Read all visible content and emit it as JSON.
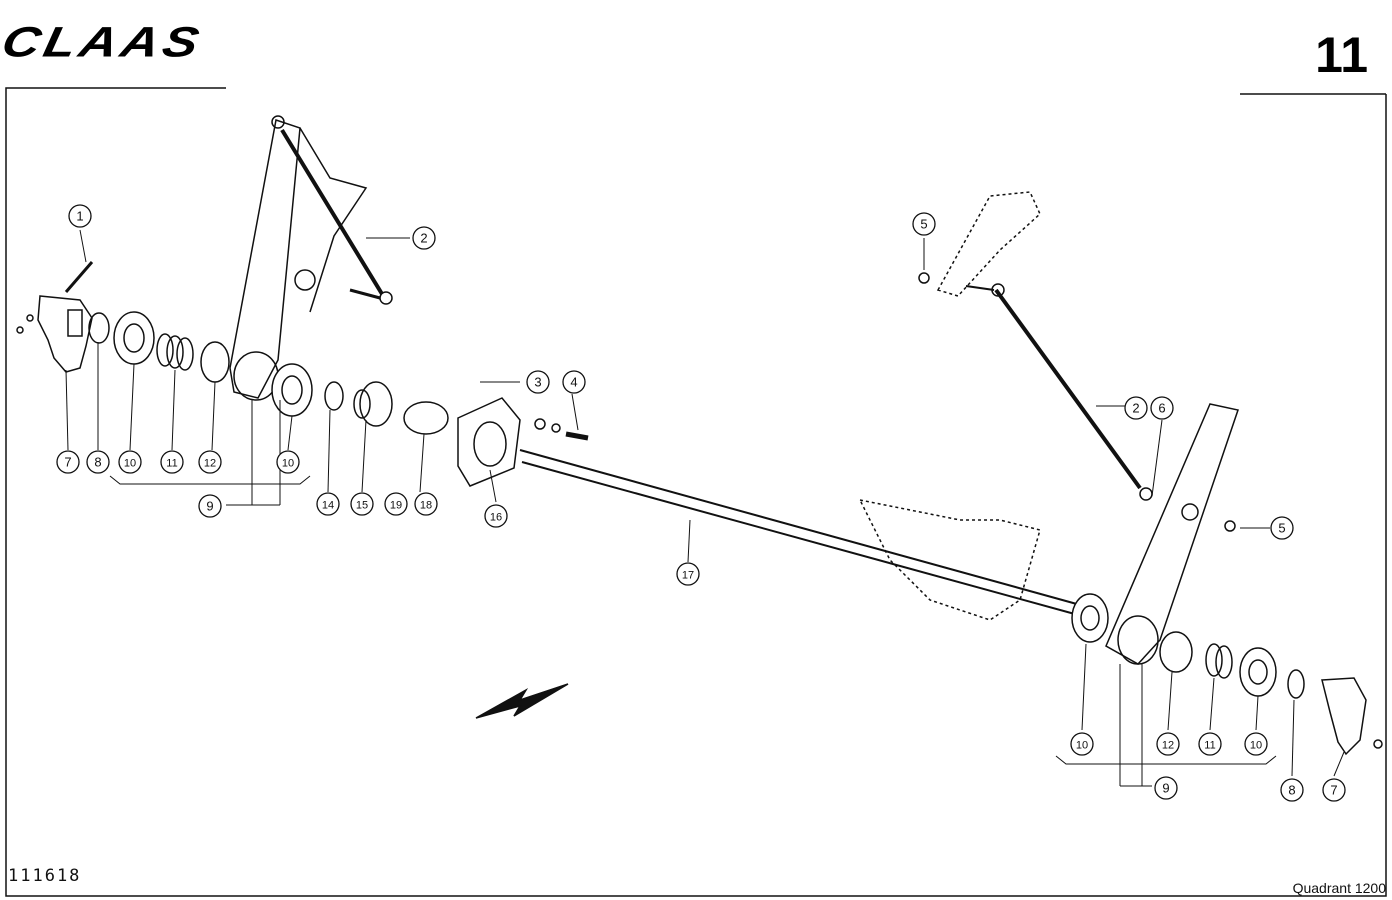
{
  "header": {
    "brand": "CLAAS",
    "page_number": "11"
  },
  "footer": {
    "document_number": "111618",
    "model": "Quadrant 1200"
  },
  "callouts": {
    "left": [
      {
        "id": "c1",
        "label": "1"
      },
      {
        "id": "c2",
        "label": "2"
      },
      {
        "id": "c3",
        "label": "3"
      },
      {
        "id": "c4",
        "label": "4"
      },
      {
        "id": "c7",
        "label": "7"
      },
      {
        "id": "c8",
        "label": "8"
      },
      {
        "id": "c10a",
        "label": "10"
      },
      {
        "id": "c11",
        "label": "11"
      },
      {
        "id": "c12",
        "label": "12"
      },
      {
        "id": "c10b",
        "label": "10"
      },
      {
        "id": "c9",
        "label": "9"
      },
      {
        "id": "c14",
        "label": "14"
      },
      {
        "id": "c15",
        "label": "15"
      },
      {
        "id": "c19",
        "label": "19"
      },
      {
        "id": "c18",
        "label": "18"
      },
      {
        "id": "c16",
        "label": "16"
      },
      {
        "id": "c17",
        "label": "17"
      }
    ],
    "right": [
      {
        "id": "r5a",
        "label": "5"
      },
      {
        "id": "r2",
        "label": "2"
      },
      {
        "id": "r6",
        "label": "6"
      },
      {
        "id": "r5b",
        "label": "5"
      },
      {
        "id": "r10a",
        "label": "10"
      },
      {
        "id": "r12",
        "label": "12"
      },
      {
        "id": "r11",
        "label": "11"
      },
      {
        "id": "r10b",
        "label": "10"
      },
      {
        "id": "r9",
        "label": "9"
      },
      {
        "id": "r8",
        "label": "8"
      },
      {
        "id": "r7",
        "label": "7"
      }
    ]
  },
  "colors": {
    "ink": "#111111",
    "paper": "#ffffff"
  },
  "icons": {
    "direction": "arrow-icon"
  }
}
